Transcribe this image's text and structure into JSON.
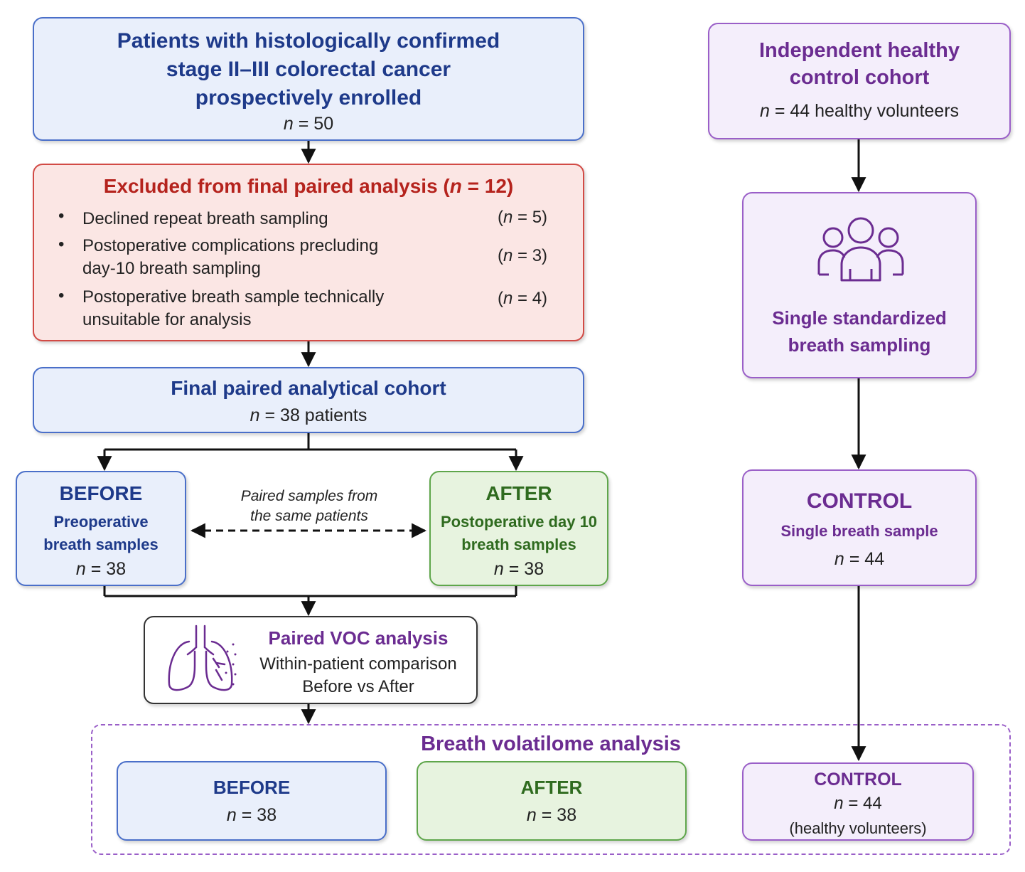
{
  "enrolled": {
    "title_line1": "Patients with histologically confirmed",
    "title_line2": "stage II–III colorectal cancer",
    "title_line3": "prospectively enrolled",
    "n_var": "n",
    "n_val": " = 50"
  },
  "excluded": {
    "title_pre": "Excluded from final paired analysis (",
    "title_var": "n",
    "title_post": " = 12)",
    "items": [
      {
        "line1": "Declined repeat breath sampling",
        "line2": "",
        "count_var": "n",
        "count": " = 5)"
      },
      {
        "line1": "Postoperative complications precluding",
        "line2": "day-10 breath sampling",
        "count_var": "n",
        "count": " = 3)"
      },
      {
        "line1": "Postoperative breath sample technically",
        "line2": "unsuitable for analysis",
        "count_var": "n",
        "count": " = 4)"
      }
    ]
  },
  "final": {
    "title": "Final paired analytical cohort",
    "n_var": "n",
    "n_val": " = 38 patients"
  },
  "before": {
    "title": "BEFORE",
    "sub_line1": "Preoperative",
    "sub_line2": "breath samples",
    "n_var": "n",
    "n_val": " = 38"
  },
  "after": {
    "title": "AFTER",
    "sub_line1": "Postoperative day 10",
    "sub_line2": "breath samples",
    "n_var": "n",
    "n_val": " = 38"
  },
  "paired_note": {
    "line1": "Paired samples from",
    "line2": "the same patients"
  },
  "voc": {
    "title": "Paired VOC analysis",
    "line1": "Within-patient comparison",
    "line2": "Before vs After",
    "icon": "lungs-icon"
  },
  "healthy": {
    "title_line1": "Independent healthy",
    "title_line2": "control cohort",
    "n_var": "n",
    "n_val": " = 44 healthy volunteers"
  },
  "sampling": {
    "title_line1": "Single standardized",
    "title_line2": "breath sampling",
    "icon": "people-group-icon"
  },
  "control": {
    "title": "CONTROL",
    "sub": "Single breath sample",
    "n_var": "n",
    "n_val": " = 44"
  },
  "volatilome": {
    "title": "Breath volatilome analysis",
    "before": {
      "title": "BEFORE",
      "n_var": "n",
      "n_val": " = 38"
    },
    "after": {
      "title": "AFTER",
      "n_var": "n",
      "n_val": " = 38"
    },
    "control": {
      "title": "CONTROL",
      "n_var": "n",
      "n_val": " = 44",
      "note": "(healthy volunteers)"
    }
  },
  "colors": {
    "blue": "#1e3a8a",
    "red": "#b5231d",
    "green": "#2f6b1f",
    "purple": "#6b2c91"
  }
}
